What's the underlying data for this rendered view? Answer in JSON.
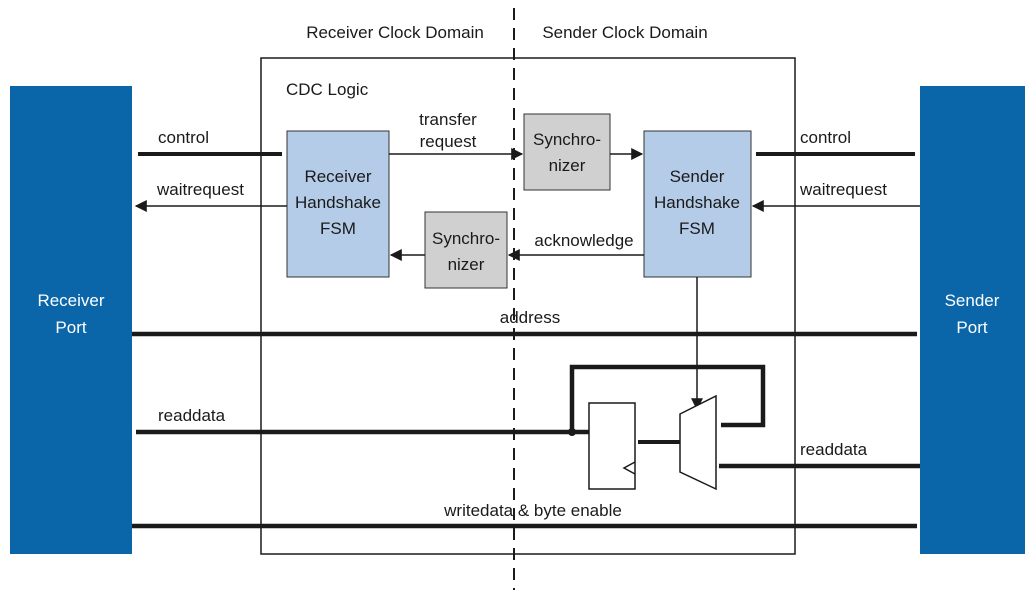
{
  "domains": {
    "receiver": "Receiver Clock Domain",
    "sender": "Sender Clock Domain"
  },
  "cdc_logic_label": "CDC Logic",
  "receiver_port": {
    "line1": "Receiver",
    "line2": "Port"
  },
  "sender_port": {
    "line1": "Sender",
    "line2": "Port"
  },
  "receiver_fsm": {
    "line1": "Receiver",
    "line2": "Handshake",
    "line3": "FSM"
  },
  "sender_fsm": {
    "line1": "Sender",
    "line2": "Handshake",
    "line3": "FSM"
  },
  "sync_top": {
    "line1": "Synchro-",
    "line2": "nizer"
  },
  "sync_bottom": {
    "line1": "Synchro-",
    "line2": "nizer"
  },
  "signals": {
    "control_left": "control",
    "waitrequest_left": "waitrequest",
    "control_right": "control",
    "waitrequest_right": "waitrequest",
    "transfer_line1": "transfer",
    "transfer_line2": "request",
    "acknowledge": "acknowledge",
    "address": "address",
    "readdata_left": "readdata",
    "readdata_right": "readdata",
    "writedata": "writedata & byte enable"
  },
  "colors": {
    "port_fill": "#0a66a8",
    "fsm_fill": "#b4cce8",
    "sync_fill": "#d0d0d0",
    "line": "#1a1a1a"
  }
}
